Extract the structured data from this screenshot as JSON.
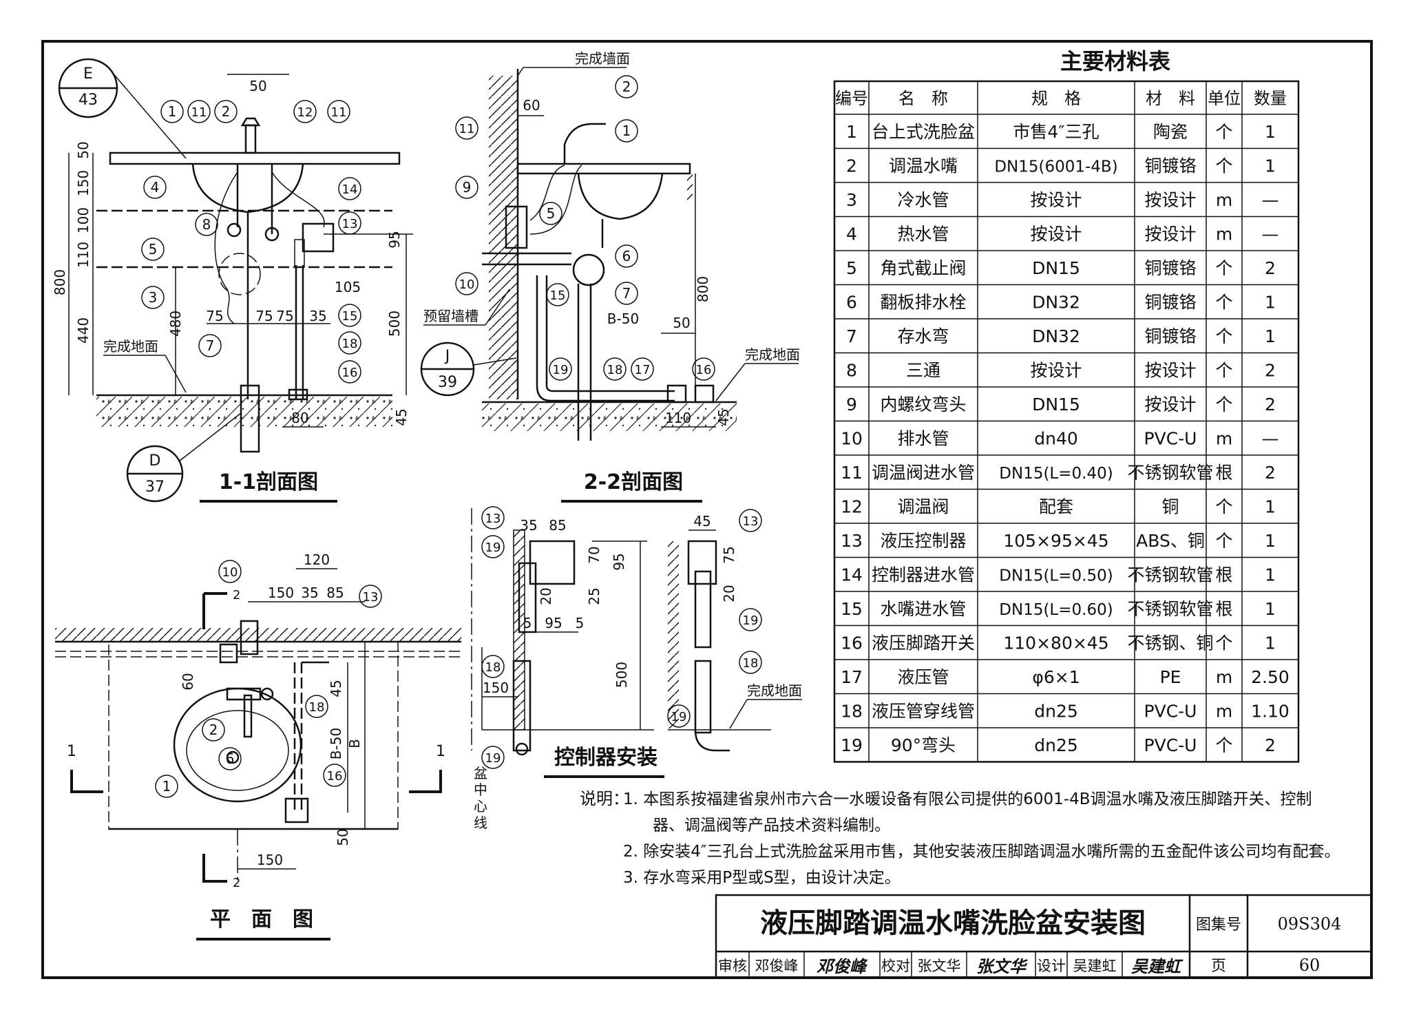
{
  "table": {
    "title": "主要材料表",
    "headers": [
      "编号",
      "名　称",
      "规　格",
      "材　料",
      "单位",
      "数量"
    ],
    "rows": [
      [
        "1",
        "台上式洗脸盆",
        "市售4″三孔",
        "陶瓷",
        "个",
        "1"
      ],
      [
        "2",
        "调温水嘴",
        "DN15(6001-4B)",
        "铜镀铬",
        "个",
        "1"
      ],
      [
        "3",
        "冷水管",
        "按设计",
        "按设计",
        "m",
        "—"
      ],
      [
        "4",
        "热水管",
        "按设计",
        "按设计",
        "m",
        "—"
      ],
      [
        "5",
        "角式截止阀",
        "DN15",
        "铜镀铬",
        "个",
        "2"
      ],
      [
        "6",
        "翻板排水栓",
        "DN32",
        "铜镀铬",
        "个",
        "1"
      ],
      [
        "7",
        "存水弯",
        "DN32",
        "铜镀铬",
        "个",
        "1"
      ],
      [
        "8",
        "三通",
        "按设计",
        "按设计",
        "个",
        "2"
      ],
      [
        "9",
        "内螺纹弯头",
        "DN15",
        "按设计",
        "个",
        "2"
      ],
      [
        "10",
        "排水管",
        "dn40",
        "PVC-U",
        "m",
        "—"
      ],
      [
        "11",
        "调温阀进水管",
        "DN15(L=0.40)",
        "不锈钢软管",
        "根",
        "2"
      ],
      [
        "12",
        "调温阀",
        "配套",
        "铜",
        "个",
        "1"
      ],
      [
        "13",
        "液压控制器",
        "105×95×45",
        "ABS、铜",
        "个",
        "1"
      ],
      [
        "14",
        "控制器进水管",
        "DN15(L=0.50)",
        "不锈钢软管",
        "根",
        "1"
      ],
      [
        "15",
        "水嘴进水管",
        "DN15(L=0.60)",
        "不锈钢软管",
        "根",
        "1"
      ],
      [
        "16",
        "液压脚踏开关",
        "110×80×45",
        "不锈钢、铜",
        "个",
        "1"
      ],
      [
        "17",
        "液压管",
        "φ6×1",
        "PE",
        "m",
        "2.50"
      ],
      [
        "18",
        "液压管穿线管",
        "dn25",
        "PVC-U",
        "m",
        "1.10"
      ],
      [
        "19",
        "90°弯头",
        "dn25",
        "PVC-U",
        "个",
        "2"
      ]
    ]
  },
  "views": {
    "section11": {
      "title": "1-1剖面图",
      "ref_top": [
        "E",
        "43"
      ],
      "ref_bottom": [
        "D",
        "37"
      ],
      "floor_label": "完成地面",
      "dims": [
        "50",
        "50",
        "150",
        "100",
        "110",
        "440",
        "800",
        "480",
        "95",
        "500",
        "105",
        "75",
        "75",
        "75",
        "35",
        "80",
        "45"
      ],
      "balloons": [
        "1",
        "11",
        "2",
        "12",
        "11",
        "4",
        "14",
        "8",
        "13",
        "5",
        "3",
        "15",
        "7",
        "18",
        "16"
      ]
    },
    "section22": {
      "title": "2-2剖面图",
      "wall_label": "完成墙面",
      "slot_label": "预留墙槽",
      "floor_label": "完成地面",
      "ref": [
        "J",
        "39"
      ],
      "dims": [
        "60",
        "800",
        "B-50",
        "50",
        "110",
        "45"
      ],
      "balloons": [
        "2",
        "11",
        "1",
        "9",
        "5",
        "6",
        "10",
        "15",
        "7",
        "19",
        "18",
        "17",
        "16"
      ]
    },
    "plan": {
      "title": "平　面　图",
      "dims": [
        "120",
        "150",
        "35",
        "85",
        "60",
        "45",
        "B-50",
        "B",
        "50",
        "150"
      ],
      "section_marks": [
        "1",
        "1",
        "2",
        "2"
      ],
      "balloons": [
        "10",
        "13",
        "2",
        "18",
        "6",
        "1",
        "16"
      ]
    },
    "controller": {
      "title": "控制器安装",
      "floor_label": "完成地面",
      "centerline_label": "盆中心线",
      "dims": [
        "35",
        "85",
        "70",
        "95",
        "20",
        "25",
        "5",
        "95",
        "5",
        "500",
        "150",
        "45",
        "75",
        "20"
      ],
      "balloons": [
        "13",
        "19",
        "18",
        "19",
        "13",
        "19",
        "18",
        "19"
      ]
    }
  },
  "notes": {
    "label": "说明：",
    "items": [
      "1.  本图系按福建省泉州市六合一水暖设备有限公司提供的6001-4B调温水嘴及液压脚踏开关、控制",
      "器、调温阀等产品技术资料编制。",
      "2.  除安装4″三孔台上式洗脸盆采用市售，其他安装液压脚踏调温水嘴所需的五金配件该公司均有配套。",
      "3.  存水弯采用P型或S型，由设计决定。"
    ]
  },
  "titleblock": {
    "title": "液压脚踏调温水嘴洗脸盆安装图",
    "atlas_label": "图集号",
    "atlas_no": "09S304",
    "page_label": "页",
    "page_no": "60",
    "review_label": "审核",
    "review_name": "邓俊峰",
    "review_sign": "邓俊峰",
    "check_label": "校对",
    "check_name": "张文华",
    "check_sign": "张文华",
    "design_label": "设计",
    "design_name": "吴建虹",
    "design_sign": "吴建虹"
  }
}
